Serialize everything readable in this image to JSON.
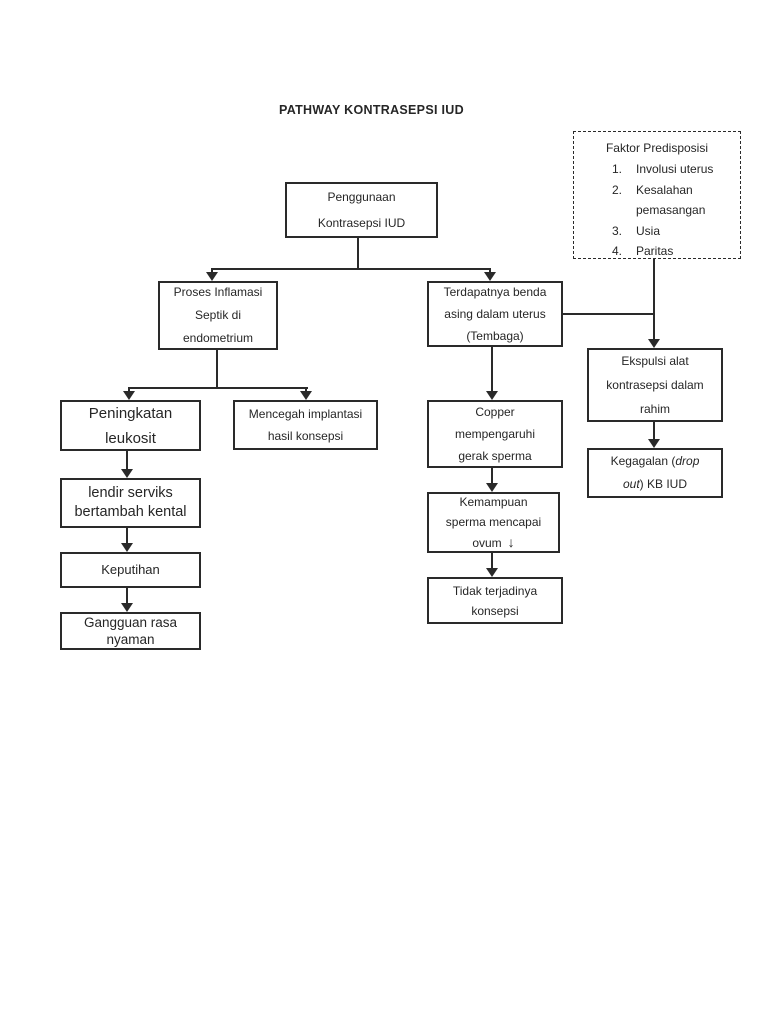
{
  "page": {
    "title": "PATHWAY KONTRASEPSI IUD"
  },
  "colors": {
    "ink": "#2a2a2a",
    "background": "#ffffff"
  },
  "nodes": {
    "penggunaan": {
      "lines": [
        "Penggunaan",
        "Kontrasepsi IUD"
      ]
    },
    "faktor": {
      "title": "Faktor Predisposisi",
      "items": [
        {
          "num": "1.",
          "text": "Involusi uterus"
        },
        {
          "num": "2.",
          "text": "Kesalahan pemasangan"
        },
        {
          "num": "3.",
          "text": "Usia"
        },
        {
          "num": "4.",
          "text": "Paritas"
        }
      ]
    },
    "proses": {
      "lines": [
        "Proses Inflamasi",
        "Septik di",
        "endometrium"
      ]
    },
    "terdapat": {
      "lines": [
        "Terdapatnya benda",
        "asing dalam uterus",
        "(Tembaga)"
      ]
    },
    "ekspulsi": {
      "lines": [
        "Ekspulsi alat",
        "kontrasepsi dalam",
        "rahim"
      ]
    },
    "kegagalan": {
      "l1_normal": "Kegagalan (",
      "l1_italic": "drop",
      "l2_italic": "out",
      "l2_normal": ") KB IUD"
    },
    "peningkatan": {
      "lines": [
        "Peningkatan",
        "leukosit"
      ]
    },
    "mencegah": {
      "lines": [
        "Mencegah implantasi",
        "hasil konsepsi"
      ]
    },
    "lendir": {
      "lines": [
        "lendir serviks",
        "bertambah kental"
      ]
    },
    "keputihan": {
      "lines": [
        "Keputihan"
      ]
    },
    "gangguan": {
      "lines": [
        "Gangguan rasa",
        "nyaman"
      ]
    },
    "copper": {
      "lines": [
        "Copper",
        "mempengaruhi",
        "gerak sperma"
      ]
    },
    "kemampuan": {
      "lines": [
        "Kemampuan",
        "sperma mencapai",
        "ovum"
      ],
      "down_arrow": "↓"
    },
    "tidak": {
      "lines": [
        "Tidak terjadinya",
        "konsepsi"
      ]
    }
  }
}
